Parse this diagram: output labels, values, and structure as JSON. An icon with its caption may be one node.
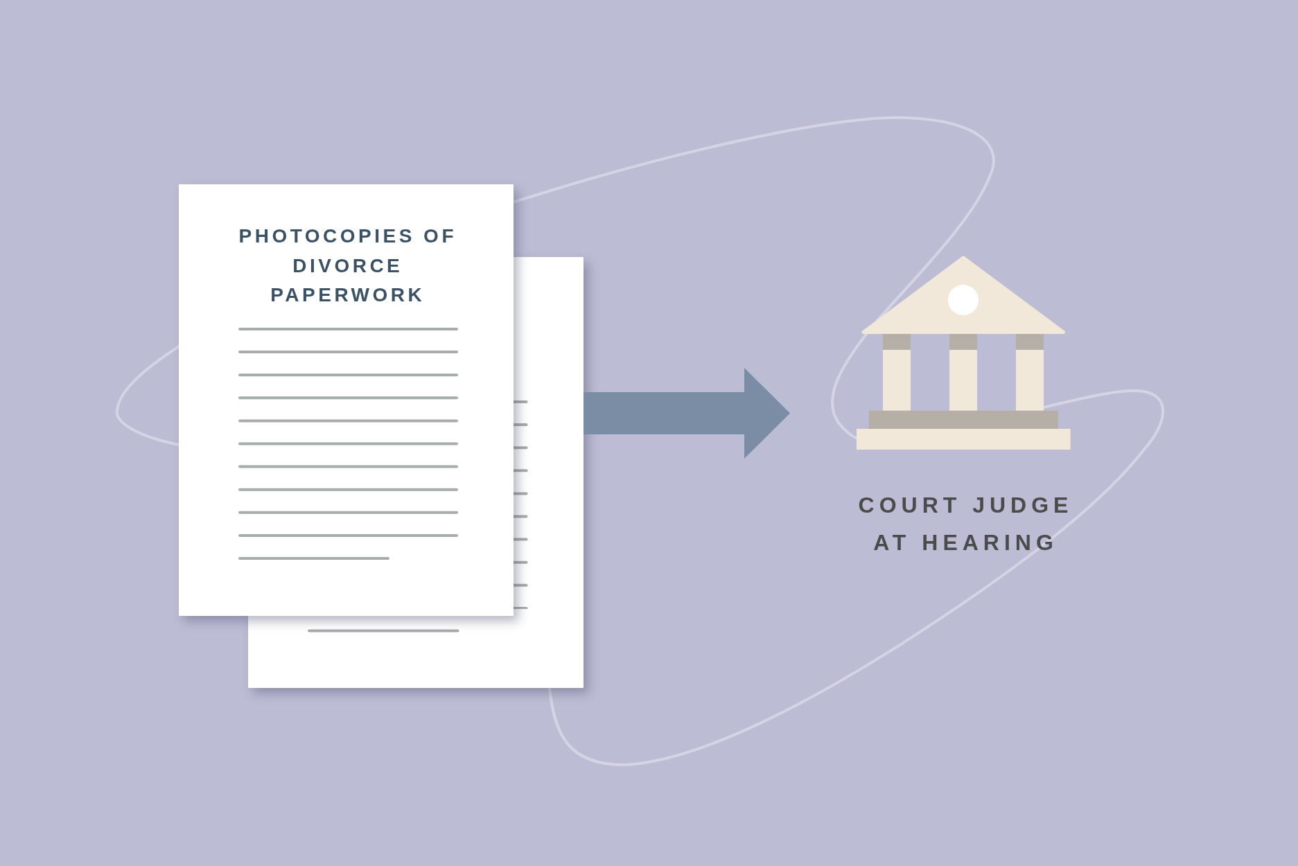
{
  "diagram": {
    "nodes": [
      {
        "text": [
          "PHOTOCOPIES OF DIVORCE PAPERWORK"
        ]
      },
      {
        "text": [],
        "shape": "box"
      },
      {
        "text": [
          "COURT JUDGE AT HEARING"
        ]
      }
    ],
    "edges": [
      {
        "from": 1,
        "to": 2,
        "arrow": "to"
      }
    ]
  }
}
